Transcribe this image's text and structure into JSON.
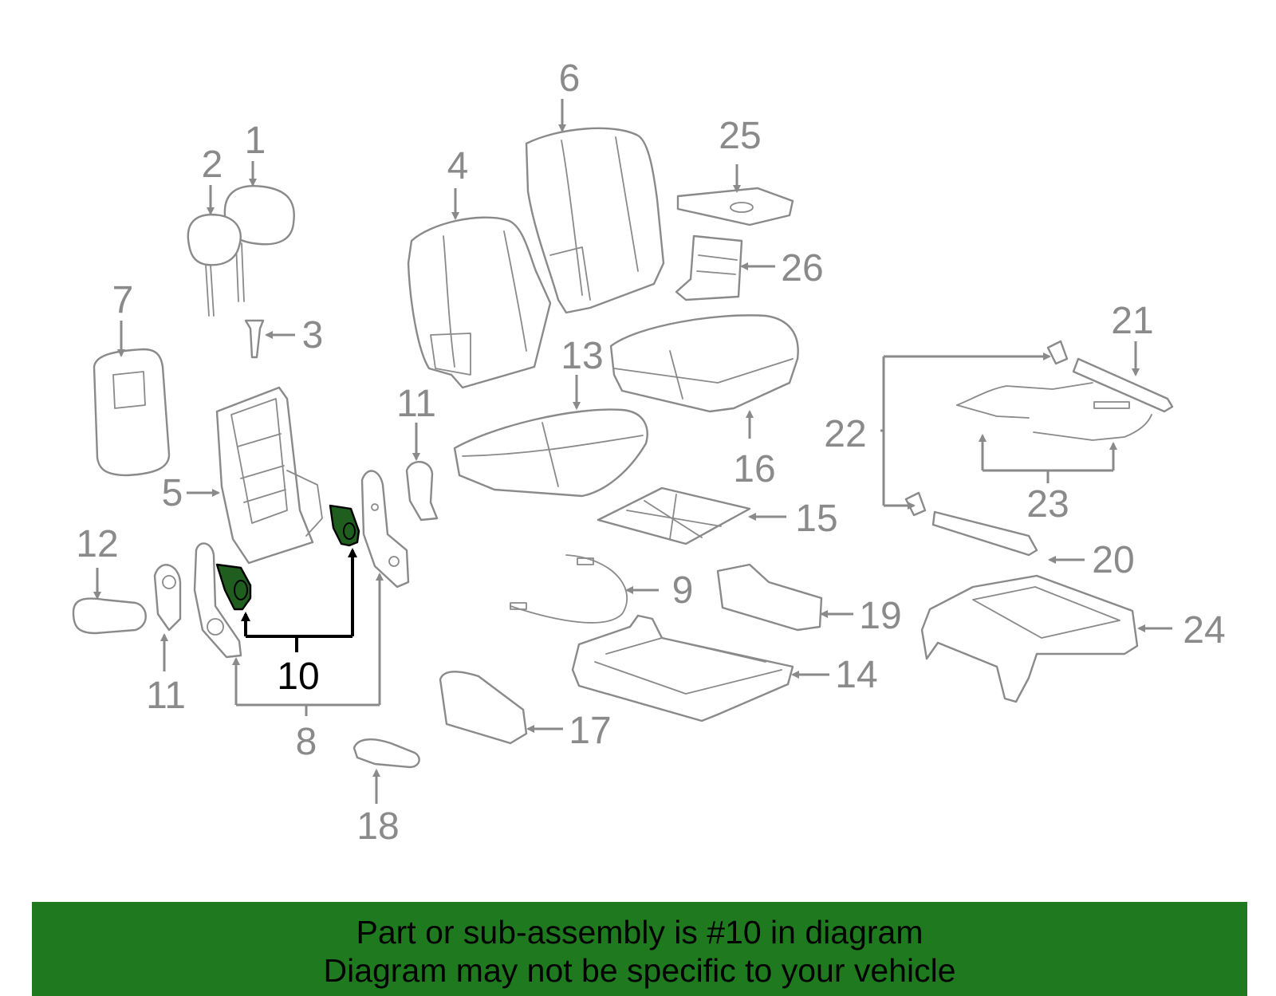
{
  "banner": {
    "line1": "Part or sub-assembly is #10 in diagram",
    "line2": "Diagram may not be specific to your vehicle",
    "background_color": "#1f7a1f"
  },
  "callouts": {
    "c1": "1",
    "c2": "2",
    "c3": "3",
    "c4": "4",
    "c5": "5",
    "c6": "6",
    "c7": "7",
    "c8": "8",
    "c9": "9",
    "c10": "10",
    "c11a": "11",
    "c11b": "11",
    "c12": "12",
    "c13": "13",
    "c14": "14",
    "c15": "15",
    "c16": "16",
    "c17": "17",
    "c18": "18",
    "c19": "19",
    "c20": "20",
    "c21": "21",
    "c22": "22",
    "c23": "23",
    "c24": "24",
    "c25": "25",
    "c26": "26"
  },
  "highlight_color": "#1f5e1f",
  "line_color": "#8a8a8a"
}
